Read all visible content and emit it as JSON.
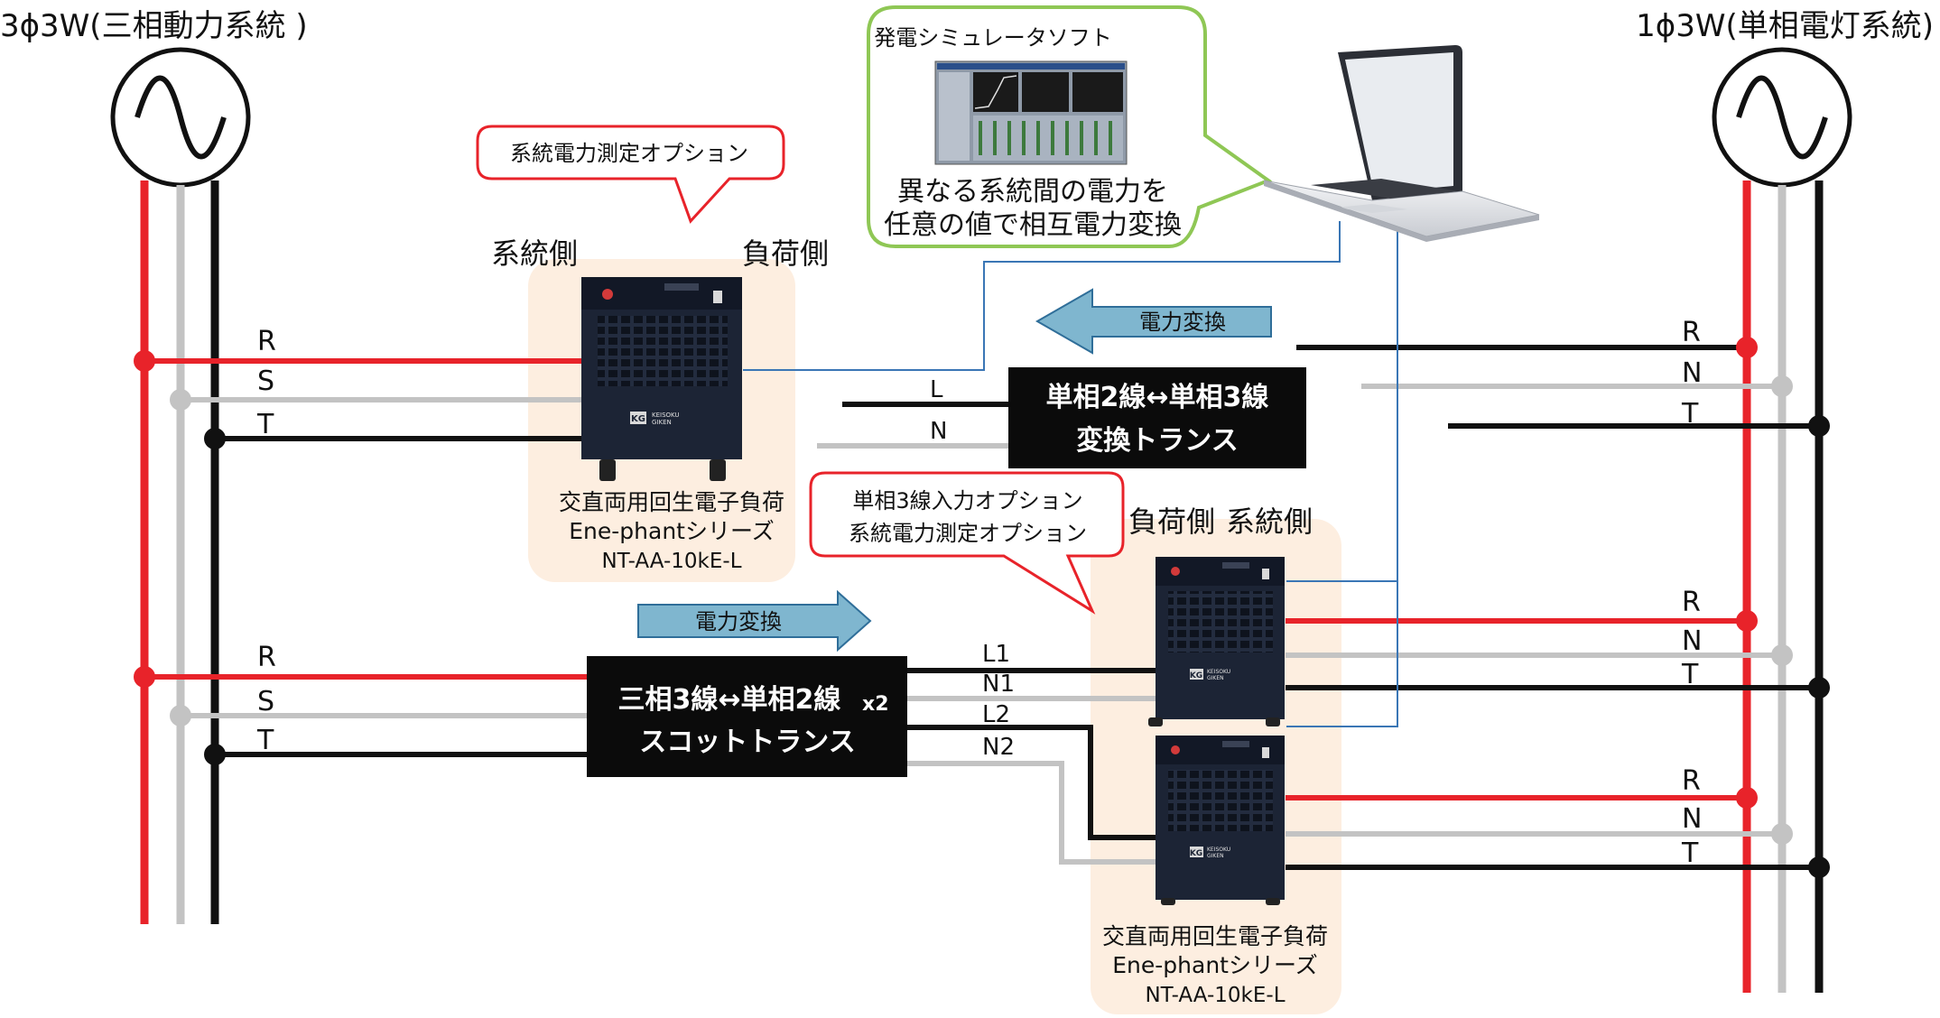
{
  "left_system": {
    "title": "3ϕ3W(三相動力系統 )"
  },
  "right_system": {
    "title": "1ϕ3W(単相電灯系統)"
  },
  "software": {
    "title": "発電シミュレータソフト",
    "caption_line1": "異なる系統間の電力を",
    "caption_line2": "任意の値で相互電力変換"
  },
  "option_top": {
    "label": "系統電力測定オプション"
  },
  "option_mid": {
    "line1": "単相3線入力オプション",
    "line2": "系統電力測定オプション"
  },
  "top_unit": {
    "grid_side": "系統側",
    "load_side": "負荷側",
    "name_line1": "交直両用回生電子負荷",
    "name_line2": "Ene-phantシリーズ",
    "name_line3": "NT-AA-10kE-L"
  },
  "bottom_unit": {
    "load_side": "負荷側",
    "grid_side": "系統側",
    "name_line1": "交直両用回生電子負荷",
    "name_line2": "Ene-phantシリーズ",
    "name_line3": "NT-AA-10kE-L"
  },
  "device_logo": {
    "mark": "KG",
    "brand1": "KEISOKU",
    "brand2": "GIKEN"
  },
  "arrow_top": {
    "label": "電力変換"
  },
  "arrow_bottom": {
    "label": "電力変換"
  },
  "transformer_top": {
    "line1": "単相2線↔単相3線",
    "line2": "変換トランス"
  },
  "transformer_bottom": {
    "line1": "三相3線↔単相2線",
    "line1_suffix": "x2",
    "line2": "スコットトランス"
  },
  "wires": {
    "left_top": [
      "R",
      "S",
      "T"
    ],
    "left_bottom": [
      "R",
      "S",
      "T"
    ],
    "tr_top_out": [
      "L",
      "N"
    ],
    "tr_bottom_out": [
      "L1",
      "N1",
      "L2",
      "N2"
    ],
    "right_top": [
      "R",
      "N",
      "T"
    ],
    "right_mid": [
      "R",
      "N",
      "T"
    ],
    "right_bottom": [
      "R",
      "N",
      "T"
    ]
  },
  "colors": {
    "red": "#e8232a",
    "gray": "#c3c3c3",
    "black": "#111111",
    "blue": "#3a76b5",
    "green": "#8fc755",
    "bubble_red": "#e8232a",
    "arrow_fill": "#7fb6cf",
    "highlight": "#fdeee0"
  }
}
